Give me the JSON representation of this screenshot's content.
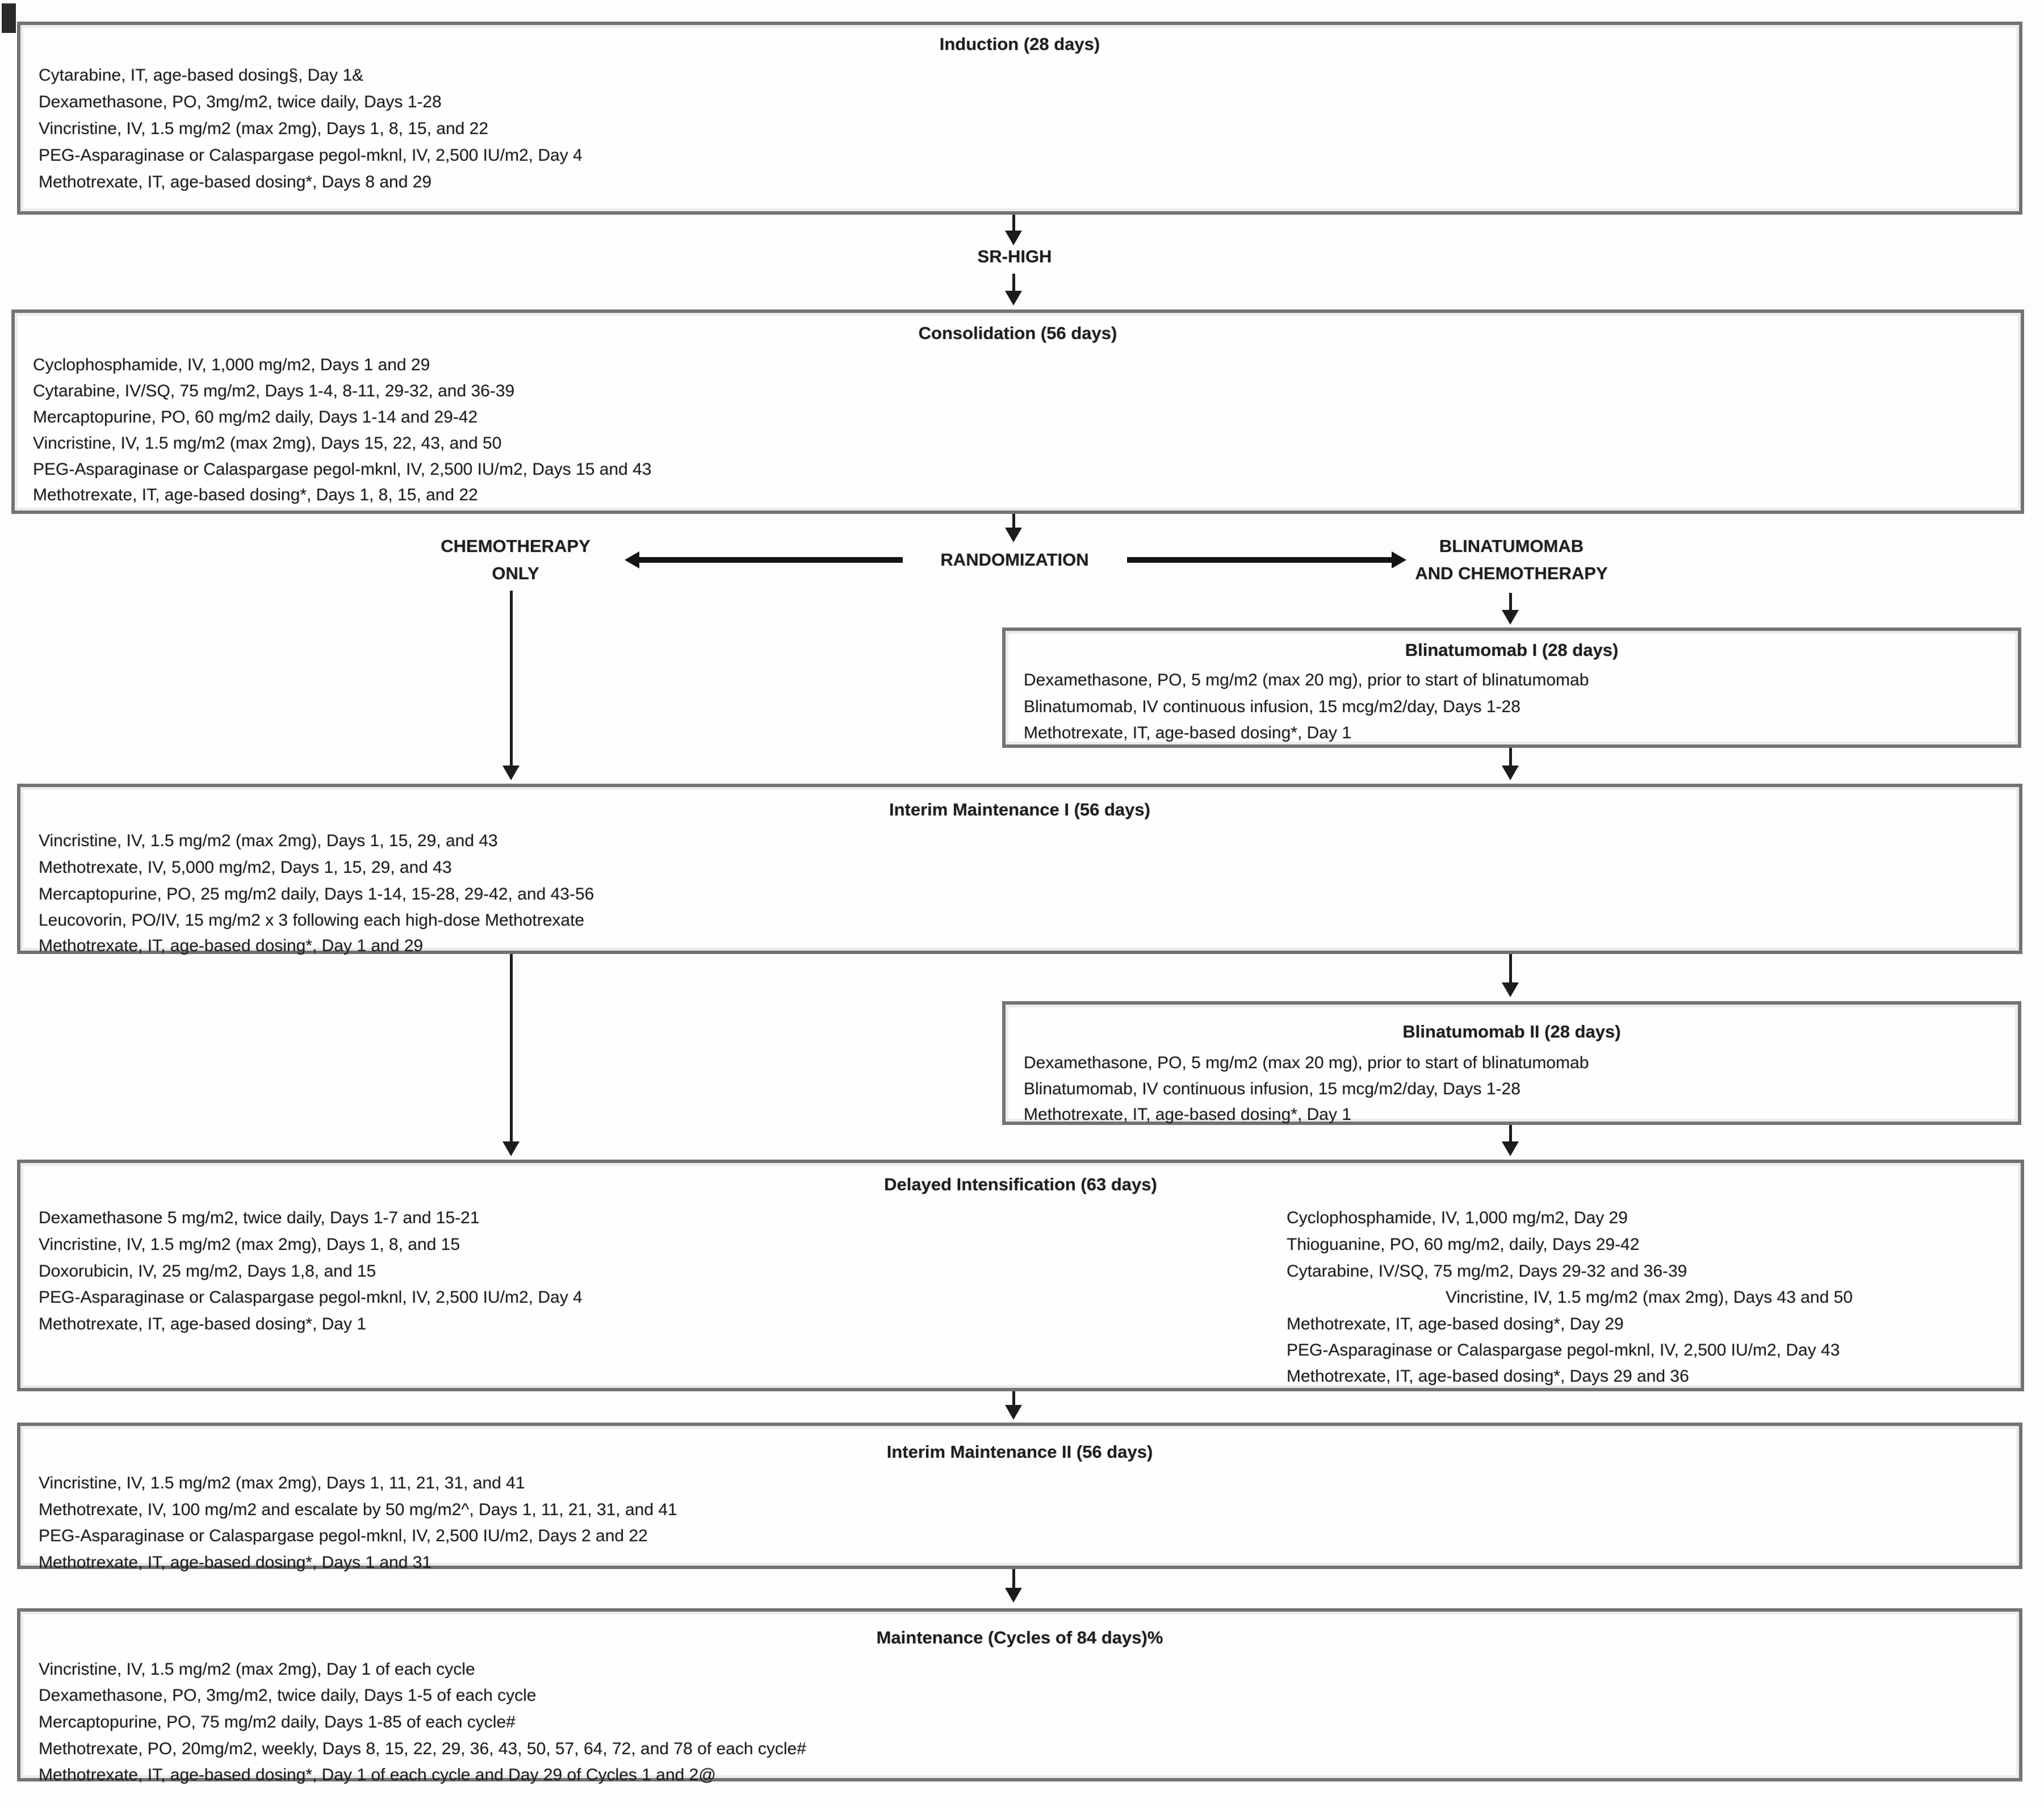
{
  "colors": {
    "box_border": "#737373",
    "text": "#1e1e1e",
    "arrow": "#1c1c1c"
  },
  "labels": {
    "sr_high": "SR-HIGH",
    "randomization": "RANDOMIZATION",
    "chemo_only_line1": "CHEMOTHERAPY",
    "chemo_only_line2": "ONLY",
    "blina_line1": "BLINATUMOMAB",
    "blina_line2": "AND CHEMOTHERAPY"
  },
  "boxes": {
    "induction": {
      "title": "Induction (28 days)",
      "lines": [
        "Cytarabine, IT, age-based dosing§, Day 1&",
        "Dexamethasone, PO, 3mg/m2, twice daily, Days 1-28",
        "Vincristine, IV, 1.5 mg/m2 (max 2mg), Days 1, 8, 15, and 22",
        "PEG-Asparaginase or Calaspargase pegol-mknl, IV, 2,500 IU/m2, Day 4",
        "Methotrexate, IT, age-based dosing*, Days 8 and 29"
      ]
    },
    "consolidation": {
      "title": "Consolidation (56 days)",
      "lines": [
        "Cyclophosphamide, IV, 1,000 mg/m2, Days 1 and 29",
        "Cytarabine, IV/SQ, 75 mg/m2, Days 1-4, 8-11, 29-32, and 36-39",
        "Mercaptopurine, PO, 60 mg/m2 daily, Days 1-14 and 29-42",
        "Vincristine, IV, 1.5 mg/m2 (max 2mg), Days 15, 22, 43, and 50",
        "PEG-Asparaginase or Calaspargase pegol-mknl, IV, 2,500 IU/m2, Days 15 and 43",
        "Methotrexate, IT, age-based dosing*, Days 1, 8, 15, and 22"
      ]
    },
    "blinatumomab1": {
      "title": "Blinatumomab I  (28 days)",
      "lines": [
        "Dexamethasone, PO, 5 mg/m2 (max 20 mg), prior to start of blinatumomab",
        "Blinatumomab, IV continuous infusion, 15 mcg/m2/day, Days 1-28",
        "Methotrexate, IT, age-based dosing*, Day 1"
      ]
    },
    "interim1": {
      "title": "Interim Maintenance I  (56 days)",
      "lines": [
        "Vincristine, IV, 1.5 mg/m2 (max 2mg), Days 1, 15, 29, and 43",
        "Methotrexate, IV, 5,000 mg/m2, Days 1, 15, 29, and 43",
        "Mercaptopurine, PO, 25 mg/m2 daily, Days 1-14, 15-28, 29-42, and 43-56",
        "Leucovorin, PO/IV, 15 mg/m2 x 3 following each high-dose Methotrexate",
        "Methotrexate, IT, age-based dosing*, Day 1 and 29"
      ]
    },
    "blinatumomab2": {
      "title": "Blinatumomab II  (28 days)",
      "lines": [
        "Dexamethasone, PO, 5 mg/m2 (max 20 mg), prior to start of blinatumomab",
        "Blinatumomab, IV continuous infusion, 15 mcg/m2/day, Days 1-28",
        "Methotrexate, IT, age-based dosing*, Day 1"
      ]
    },
    "delayed": {
      "title": "Delayed Intensification (63 days)",
      "left_lines": [
        "Dexamethasone 5 mg/m2, twice daily, Days 1-7 and 15-21",
        "Vincristine, IV, 1.5 mg/m2 (max 2mg), Days 1, 8, and 15",
        "Doxorubicin, IV, 25 mg/m2, Days 1,8, and 15",
        "PEG-Asparaginase or Calaspargase pegol-mknl, IV, 2,500 IU/m2, Day 4",
        "Methotrexate, IT, age-based dosing*, Day 1"
      ],
      "right_lines": [
        "Cyclophosphamide, IV, 1,000 mg/m2, Day 29",
        "Thioguanine, PO, 60 mg/m2, daily, Days 29-42",
        "Cytarabine, IV/SQ, 75 mg/m2, Days 29-32 and 36-39",
        "Vincristine, IV, 1.5 mg/m2 (max 2mg), Days 43 and 50",
        "Methotrexate, IT, age-based dosing*, Day 29",
        "PEG-Asparaginase or Calaspargase pegol-mknl, IV, 2,500 IU/m2, Day 43",
        "Methotrexate, IT, age-based dosing*, Days 29 and 36"
      ]
    },
    "interim2": {
      "title": "Interim Maintenance II  (56 days)",
      "lines": [
        "Vincristine, IV, 1.5 mg/m2 (max 2mg), Days 1, 11, 21, 31, and 41",
        "Methotrexate, IV, 100 mg/m2 and escalate by 50 mg/m2^, Days 1, 11, 21, 31, and 41",
        "PEG-Asparaginase or Calaspargase pegol-mknl, IV, 2,500 IU/m2, Days 2 and 22",
        "Methotrexate, IT, age-based dosing*, Days 1 and 31"
      ]
    },
    "maintenance": {
      "title": "Maintenance (Cycles of 84 days)%",
      "lines": [
        "Vincristine, IV, 1.5 mg/m2 (max 2mg), Day 1 of each cycle",
        "Dexamethasone, PO, 3mg/m2, twice daily, Days 1-5 of each cycle",
        "Mercaptopurine, PO, 75 mg/m2 daily, Days 1-85 of each cycle#",
        "Methotrexate, PO, 20mg/m2, weekly, Days 8, 15, 22, 29, 36, 43, 50, 57, 64, 72, and 78 of each cycle#",
        "Methotrexate, IT, age-based dosing*, Day 1 of each cycle and Day 29 of Cycles 1 and 2@"
      ]
    }
  }
}
